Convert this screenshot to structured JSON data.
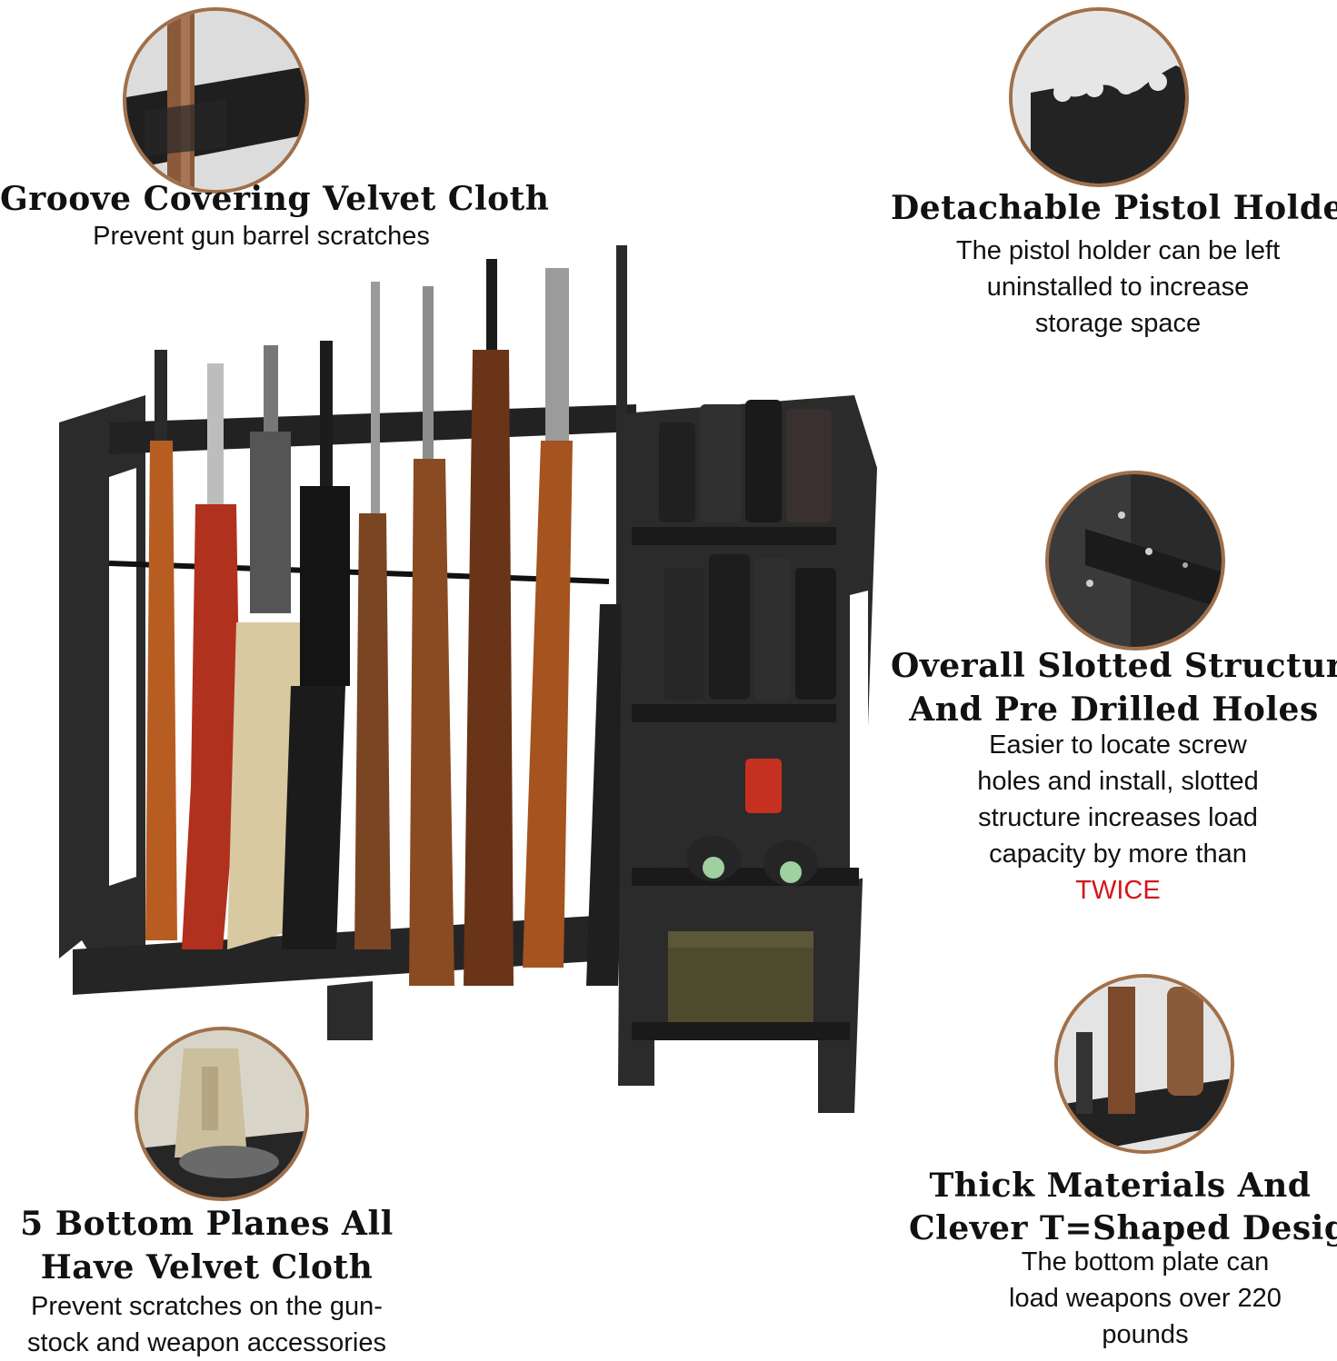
{
  "features": {
    "groove": {
      "heading": "Groove Covering Velvet Cloth",
      "lines": [
        "Prevent gun barrel scratches"
      ]
    },
    "pistol": {
      "heading": "Detachable Pistol Holder",
      "lines": [
        "The pistol holder can be left",
        "uninstalled to increase",
        "storage space"
      ]
    },
    "slotted": {
      "heading_1": "Overall Slotted Structure",
      "heading_2": "And Pre Drilled Holes",
      "lines": [
        "Easier to locate screw",
        "holes and install, slotted",
        "structure increases load",
        "capacity by more than"
      ],
      "highlight": "TWICE",
      "highlight_color": "#d4161b"
    },
    "bottom": {
      "heading_1": "5 Bottom Planes All",
      "heading_2": "Have Velvet Cloth",
      "lines": [
        "Prevent scratches on the gun-",
        "stock and weapon accessories"
      ]
    },
    "thick": {
      "heading_1": "Thick Materials And",
      "heading_2": "Clever T=Shaped Design",
      "lines": [
        "The bottom plate can",
        "load weapons over 220",
        "pounds"
      ]
    }
  },
  "colors": {
    "rack": "#2b2b2b",
    "circle_border": "#a0704a",
    "wood": "#8a4a22"
  }
}
